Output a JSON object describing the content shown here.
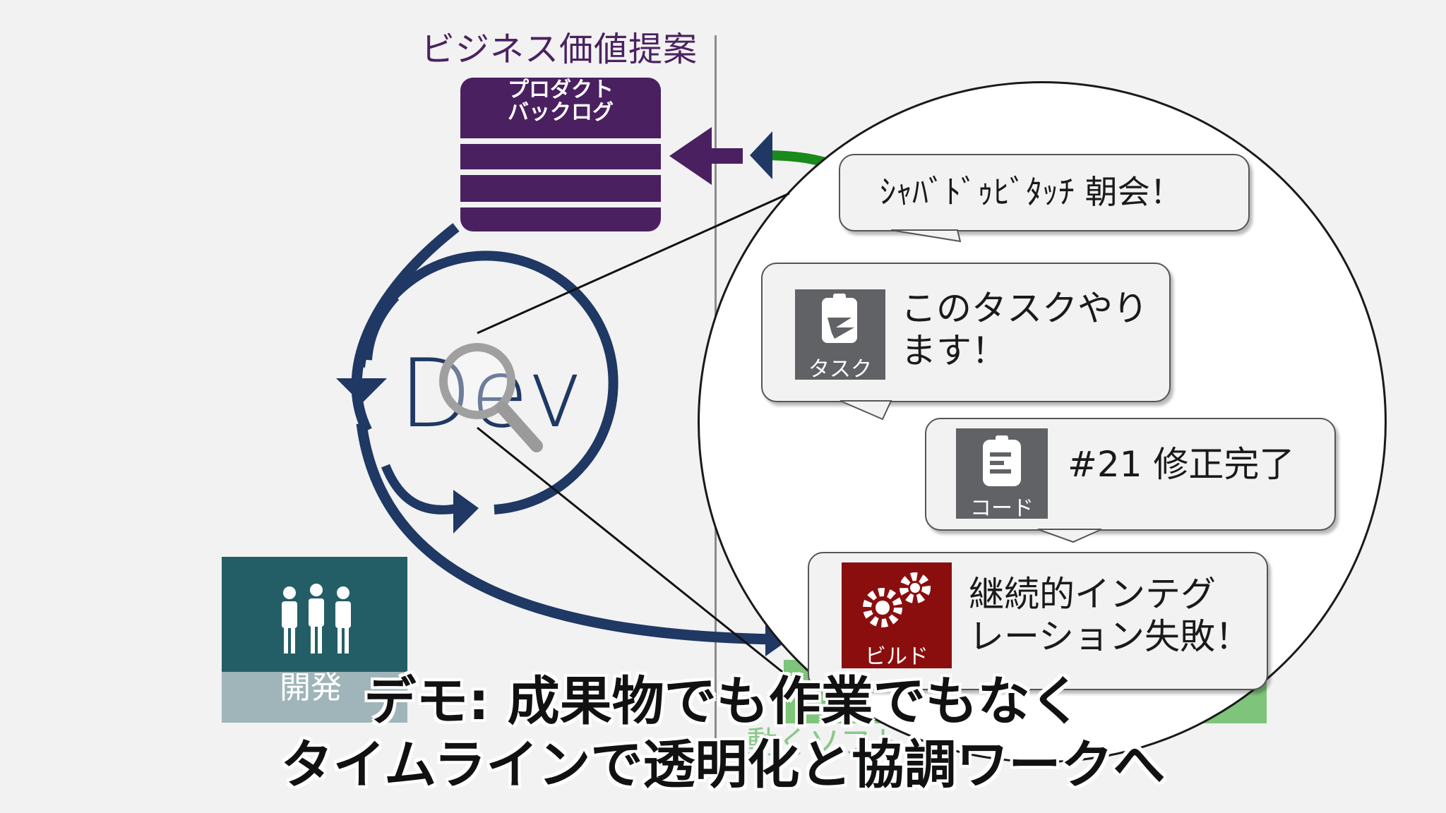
{
  "header": {
    "business_value_title": "ビジネス価値提案"
  },
  "backlog": {
    "label_line1": "プロダクト",
    "label_line2": "バックログ"
  },
  "cycle": {
    "center_label": "Dev"
  },
  "team": {
    "label": "開発",
    "icon": "people-icon"
  },
  "working_software": {
    "label": "動くソフト"
  },
  "zoom": {
    "icon": "magnifier-icon",
    "bubbles": [
      {
        "text": "ｼｬﾊﾞﾄﾞｩﾋﾞﾀｯﾁ 朝会！"
      },
      {
        "tile_label": "タスク",
        "tile_icon": "task-clipboard-icon",
        "line1": "このタスクやり",
        "line2": "ます！"
      },
      {
        "tile_label": "コード",
        "tile_icon": "code-document-icon",
        "text": "#21 修正完了"
      },
      {
        "tile_label": "ビルド",
        "tile_icon": "gears-icon",
        "line1": "継続的インテグ",
        "line2": "レーション失敗！"
      }
    ]
  },
  "caption": {
    "line1": "デモ: 成果物でも作業でもなく",
    "line2": "タイムラインで透明化と協調ワークへ"
  },
  "colors": {
    "purple": "#4a2060",
    "navy": "#1f3864",
    "teal": "#235e66",
    "green": "#1a8a1a",
    "build_red": "#8b0e0e",
    "tile_gray": "#606266"
  }
}
